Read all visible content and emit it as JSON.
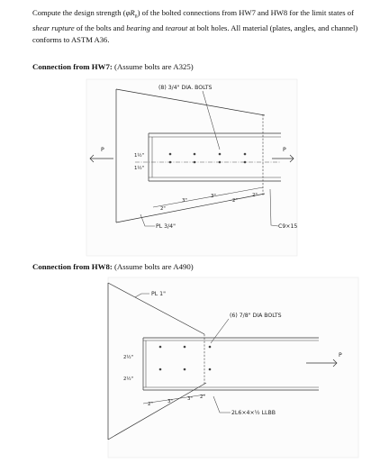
{
  "intro": {
    "part1": "Compute the design strength (",
    "phi_rn": "φR",
    "phi_sub": "n",
    "part2": ") of the bolted connections from HW7 and HW8 for the limit states of ",
    "shear_rupture": "shear rupture",
    "part3": " of the bolts and ",
    "bearing": "bearing",
    "part4": " and ",
    "tearout": "tearout",
    "part5": " at bolt holes. All material (plates, angles, and channel) conforms to ASTM A36."
  },
  "hw7": {
    "heading_bold": "Connection from HW7:",
    "heading_rest": " (Assume bolts are A325)",
    "bolts_label": "(8) 3/4\" DIA. BOLTS",
    "load_left": "P",
    "load_right": "P",
    "gauge_top": "1½\"",
    "gauge_bottom": "1½\"",
    "dim_2_left": "2\"",
    "dim_3": "3\"",
    "dim_3b": "3\"",
    "dim_2_mid": "2\"",
    "dim_2_right": "2\"",
    "plate_label": "PL 3/4\"",
    "channel_label": "C9×15"
  },
  "hw8": {
    "heading_bold": "Connection from HW8:",
    "heading_rest": " (Assume bolts are A490)",
    "plate_label": "PL 1\"",
    "bolts_label": "(6) 7/8\" DIA BOLTS",
    "load_right": "P",
    "gauge_top": "2½\"",
    "gauge_bottom": "2½\"",
    "dim_2_left": "2\"",
    "dim_3a": "3\"",
    "dim_3b": "3\"",
    "dim_2_right": "2\"",
    "angle_label": "2L6×4×½ LLBB"
  }
}
